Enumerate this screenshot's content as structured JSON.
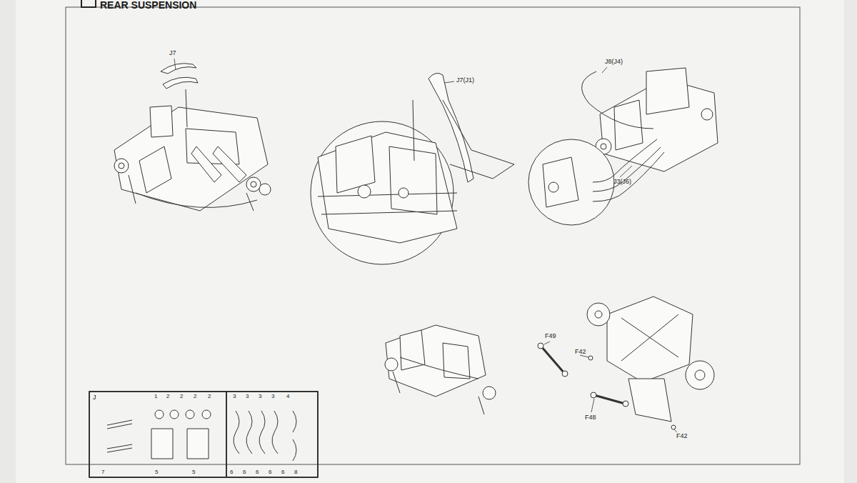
{
  "diagram": {
    "title": "REAR SUSPENSION",
    "labels": [
      "J7",
      "J7(J1)",
      "J8(J4)",
      "J3(J6)",
      "F49",
      "F42",
      "F48",
      "F42",
      "J",
      "1",
      "2",
      "2",
      "2",
      "2",
      "3",
      "3",
      "3",
      "3",
      "4",
      "7",
      "5",
      "5",
      "6",
      "6",
      "6",
      "6",
      "6",
      "8"
    ]
  }
}
